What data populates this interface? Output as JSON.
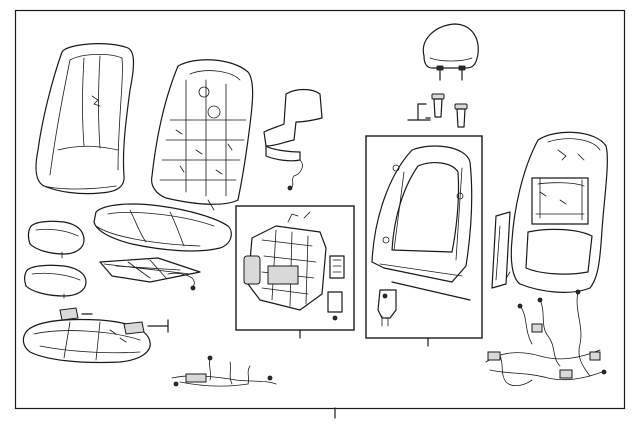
{
  "diagram": {
    "parts": [
      {
        "id": "cushion-cover"
      },
      {
        "id": "backrest-pad"
      },
      {
        "id": "back-panel"
      },
      {
        "id": "headrest"
      },
      {
        "id": "headrest-guides"
      },
      {
        "id": "seat-cushion"
      },
      {
        "id": "bolster-top"
      },
      {
        "id": "bolster-lower"
      },
      {
        "id": "cushion-heater"
      },
      {
        "id": "adjuster-motor-box"
      },
      {
        "id": "seat-frame-box"
      },
      {
        "id": "back-cover"
      },
      {
        "id": "trim-strip"
      },
      {
        "id": "cushion-base"
      },
      {
        "id": "wire-harness"
      },
      {
        "id": "small-harness"
      },
      {
        "id": "switches"
      }
    ]
  }
}
